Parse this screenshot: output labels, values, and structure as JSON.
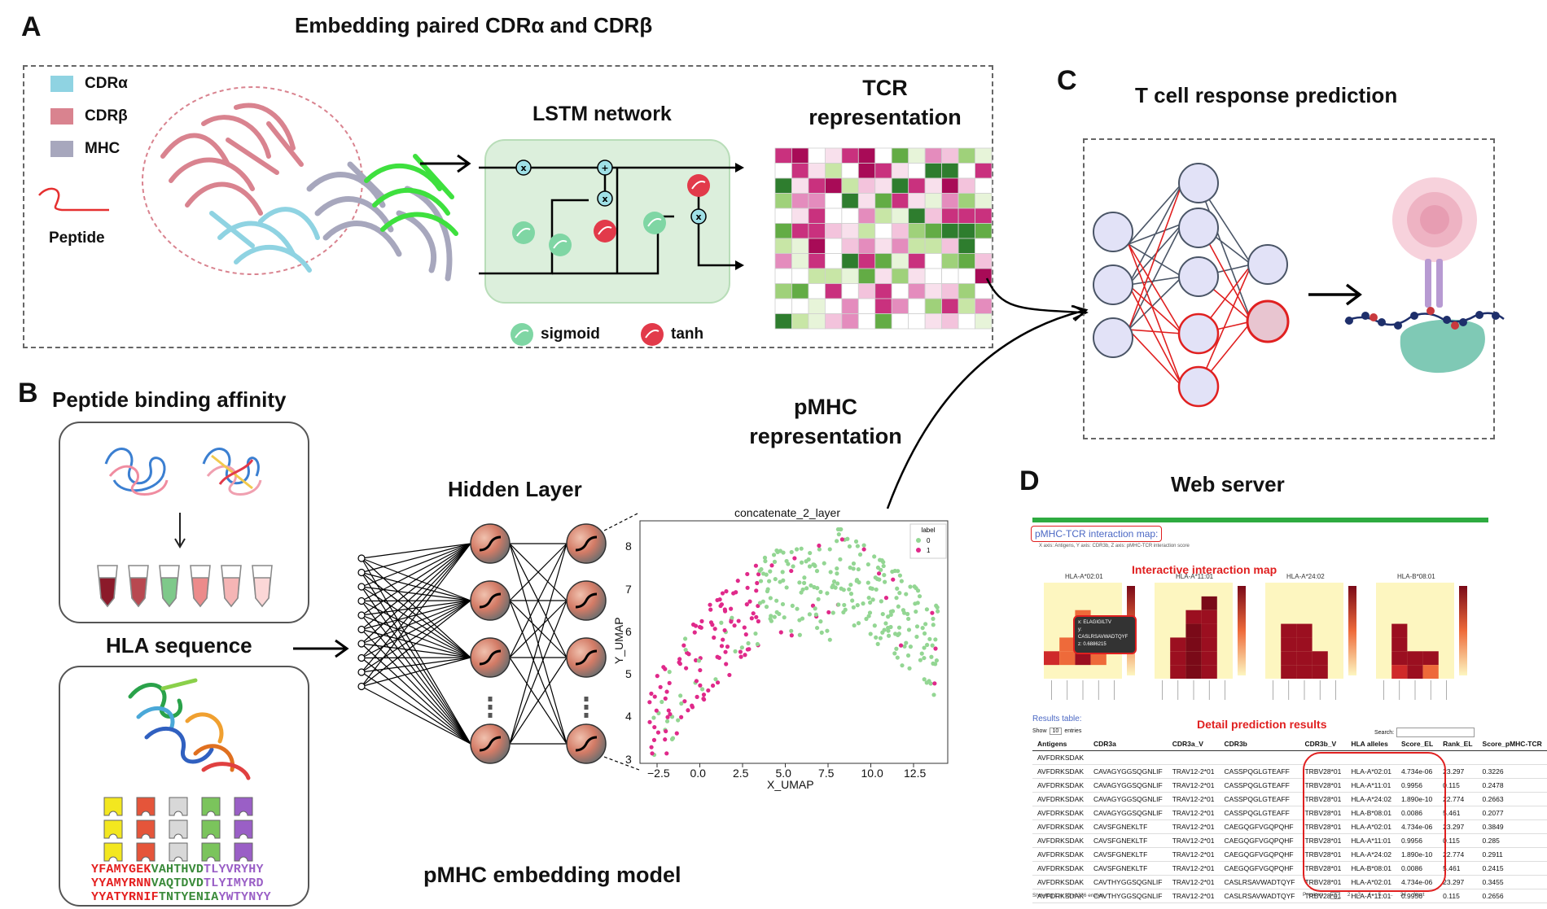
{
  "panelA": {
    "letter": "A",
    "title": "Embedding paired CDRα and CDRβ",
    "legend": [
      {
        "label": "CDRα",
        "color": "#8fd3e2"
      },
      {
        "label": "CDRβ",
        "color": "#d9838f"
      },
      {
        "label": "MHC",
        "color": "#a7a7bd"
      }
    ],
    "peptide_label": "Peptide",
    "lstm_title": "LSTM network",
    "tcr_title_1": "TCR",
    "tcr_title_2": "representation",
    "sigmoid_label": "sigmoid",
    "tanh_label": "tanh"
  },
  "panelB": {
    "letter": "B",
    "title": "Peptide binding affinity",
    "hla_title": "HLA sequence",
    "hidden_layer": "Hidden Layer",
    "pmhc_rep_1": "pMHC",
    "pmhc_rep_2": "representation",
    "model_title": "pMHC embedding model",
    "sequences": [
      {
        "red": "YFAMYGEK",
        "green": "VAHTHVD",
        "purple": "TLYVRYHY"
      },
      {
        "red": "YYAMYRNN",
        "green": "VAQTDVD",
        "purple": "TLYIMYRD"
      },
      {
        "red": "YYATYRNIF",
        "green": "TNTYENIA",
        "purple": "YWTYNYY"
      }
    ]
  },
  "umap": {
    "title": "concatenate_2_layer",
    "xlabel": "X_UMAP",
    "ylabel": "Y_UMAP",
    "legend_title": "label",
    "legend_items": [
      "0",
      "1"
    ],
    "xticks": [
      "−2.5",
      "0.0",
      "2.5",
      "5.0",
      "7.5",
      "10.0",
      "12.5"
    ],
    "yticks": [
      "3",
      "4",
      "5",
      "6",
      "7",
      "8"
    ]
  },
  "panelC": {
    "letter": "C",
    "title": "T cell response prediction"
  },
  "panelD": {
    "letter": "D",
    "title": "Web server",
    "map_title": "pMHC-TCR interaction map:",
    "map_sub": "X axis: Antigens, Y axis: CDR3b, Z axis: pMHC-TCR interaction score",
    "interactive_label": "Interactive interaction map",
    "heatmap_titles": [
      "HLA-A*02:01",
      "HLA-A*11:01",
      "HLA-A*24:02",
      "HLA-B*08:01"
    ],
    "tooltip": [
      "x: ELAGIGILTV",
      "y: CASLRSAVWADTQYF",
      "z: 0.6886215"
    ],
    "results_label": "Results table:",
    "detail_label": "Detail prediction results",
    "show_text": "Show",
    "entries_value": "10",
    "entries_text": "entries",
    "search_label": "Search:",
    "columns": [
      "Antigens",
      "CDR3a",
      "CDR3a_V",
      "CDR3b",
      "CDR3b_V",
      "HLA alleles",
      "Score_EL",
      "Rank_EL",
      "Score_pMHC-TCR"
    ],
    "first_row": "AVFDRKSDAK",
    "rows": [
      [
        "AVFDRKSDAK",
        "CAVAGYGGSQGNLIF",
        "TRAV12-2*01",
        "CASSPQGLGTEAFF",
        "TRBV28*01",
        "HLA-A*02:01",
        "4.734e-06",
        "23.297",
        "0.3226"
      ],
      [
        "AVFDRKSDAK",
        "CAVAGYGGSQGNLIF",
        "TRAV12-2*01",
        "CASSPQGLGTEAFF",
        "TRBV28*01",
        "HLA-A*11:01",
        "0.9956",
        "0.115",
        "0.2478"
      ],
      [
        "AVFDRKSDAK",
        "CAVAGYGGSQGNLIF",
        "TRAV12-2*01",
        "CASSPQGLGTEAFF",
        "TRBV28*01",
        "HLA-A*24:02",
        "1.890e-10",
        "22.774",
        "0.2663"
      ],
      [
        "AVFDRKSDAK",
        "CAVAGYGGSQGNLIF",
        "TRAV12-2*01",
        "CASSPQGLGTEAFF",
        "TRBV28*01",
        "HLA-B*08:01",
        "0.0086",
        "5.461",
        "0.2077"
      ],
      [
        "AVFDRKSDAK",
        "CAVSFGNEKLTF",
        "TRAV12-2*01",
        "CAEGQGFVGQPQHF",
        "TRBV28*01",
        "HLA-A*02:01",
        "4.734e-06",
        "23.297",
        "0.3849"
      ],
      [
        "AVFDRKSDAK",
        "CAVSFGNEKLTF",
        "TRAV12-2*01",
        "CAEGQGFVGQPQHF",
        "TRBV28*01",
        "HLA-A*11:01",
        "0.9956",
        "0.115",
        "0.285"
      ],
      [
        "AVFDRKSDAK",
        "CAVSFGNEKLTF",
        "TRAV12-2*01",
        "CAEGQGFVGQPQHF",
        "TRBV28*01",
        "HLA-A*24:02",
        "1.890e-10",
        "22.774",
        "0.2911"
      ],
      [
        "AVFDRKSDAK",
        "CAVSFGNEKLTF",
        "TRAV12-2*01",
        "CAEGQGFVGQPQHF",
        "TRBV28*01",
        "HLA-B*08:01",
        "0.0086",
        "5.461",
        "0.2415"
      ],
      [
        "AVFDRKSDAK",
        "CAVTHYGGSQGNLIF",
        "TRAV12-2*01",
        "CASLRSAVWADTQYF",
        "TRBV28*01",
        "HLA-A*02:01",
        "4.734e-06",
        "23.297",
        "0.3455"
      ],
      [
        "AVFDRKSDAK",
        "CAVTHYGGSQGNLIF",
        "TRAV12-2*01",
        "CASLRSAVWADTQYF",
        "TRBV28*01",
        "HLA-A*11:01",
        "0.9956",
        "0.115",
        "0.2656"
      ]
    ],
    "footer": "Showing 1 to 10 of 336 entries",
    "pager": [
      "Previous",
      "1",
      "2",
      "3",
      "4",
      "5",
      "...",
      "34",
      "Next"
    ]
  }
}
